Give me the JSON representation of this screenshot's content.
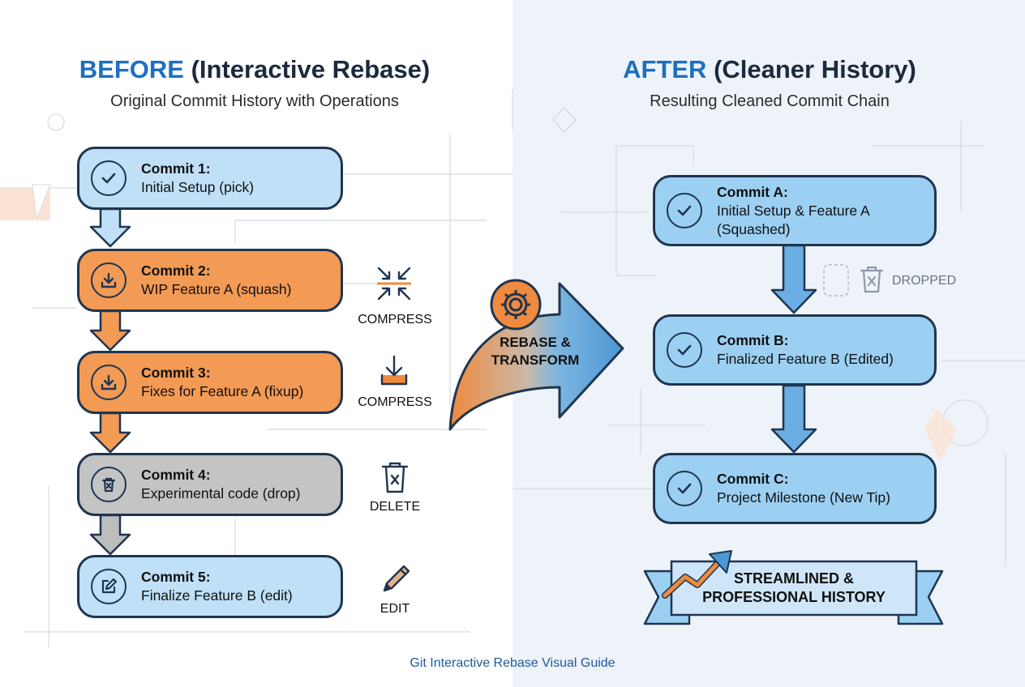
{
  "before": {
    "title_accent": "BEFORE",
    "title_rest": " (Interactive Rebase)",
    "subtitle": "Original Commit History with Operations",
    "commits": [
      {
        "name": "Commit 1:",
        "desc": "Initial Setup (pick)"
      },
      {
        "name": "Commit 2:",
        "desc": "WIP Feature A (squash)"
      },
      {
        "name": "Commit 3:",
        "desc": "Fixes for Feature A (fixup)"
      },
      {
        "name": "Commit 4:",
        "desc": "Experimental code (drop)"
      },
      {
        "name": "Commit 5:",
        "desc": "Finalize Feature B (edit)"
      }
    ],
    "operations": [
      {
        "label": "COMPRESS",
        "icon": "compress-arrows-icon"
      },
      {
        "label": "COMPRESS",
        "icon": "download-tray-icon"
      },
      {
        "label": "DELETE",
        "icon": "trash-icon"
      },
      {
        "label": "EDIT",
        "icon": "pencil-icon"
      }
    ]
  },
  "transform": {
    "line1": "REBASE &",
    "line2": "TRANSFORM",
    "icon": "gear-icon"
  },
  "after": {
    "title_accent": "AFTER",
    "title_rest": " (Cleaner History)",
    "subtitle": "Resulting Cleaned Commit Chain",
    "commits": [
      {
        "name": "Commit A:",
        "desc": "Initial Setup & Feature A",
        "desc2": "(Squashed)"
      },
      {
        "name": "Commit B:",
        "desc": "Finalized Feature B (Edited)"
      },
      {
        "name": "Commit C:",
        "desc": "Project Milestone (New Tip)"
      }
    ],
    "dropped_label": "DROPPED",
    "banner_line1": "STREAMLINED &",
    "banner_line2": "PROFESSIONAL HISTORY"
  },
  "footer": "Git Interactive Rebase Visual Guide",
  "colors": {
    "accent_blue": "#1e6fbf",
    "card_blue": "#bfe0f7",
    "card_orange": "#f39a55",
    "card_gray": "#c4c4c4",
    "outline": "#1f3550"
  }
}
